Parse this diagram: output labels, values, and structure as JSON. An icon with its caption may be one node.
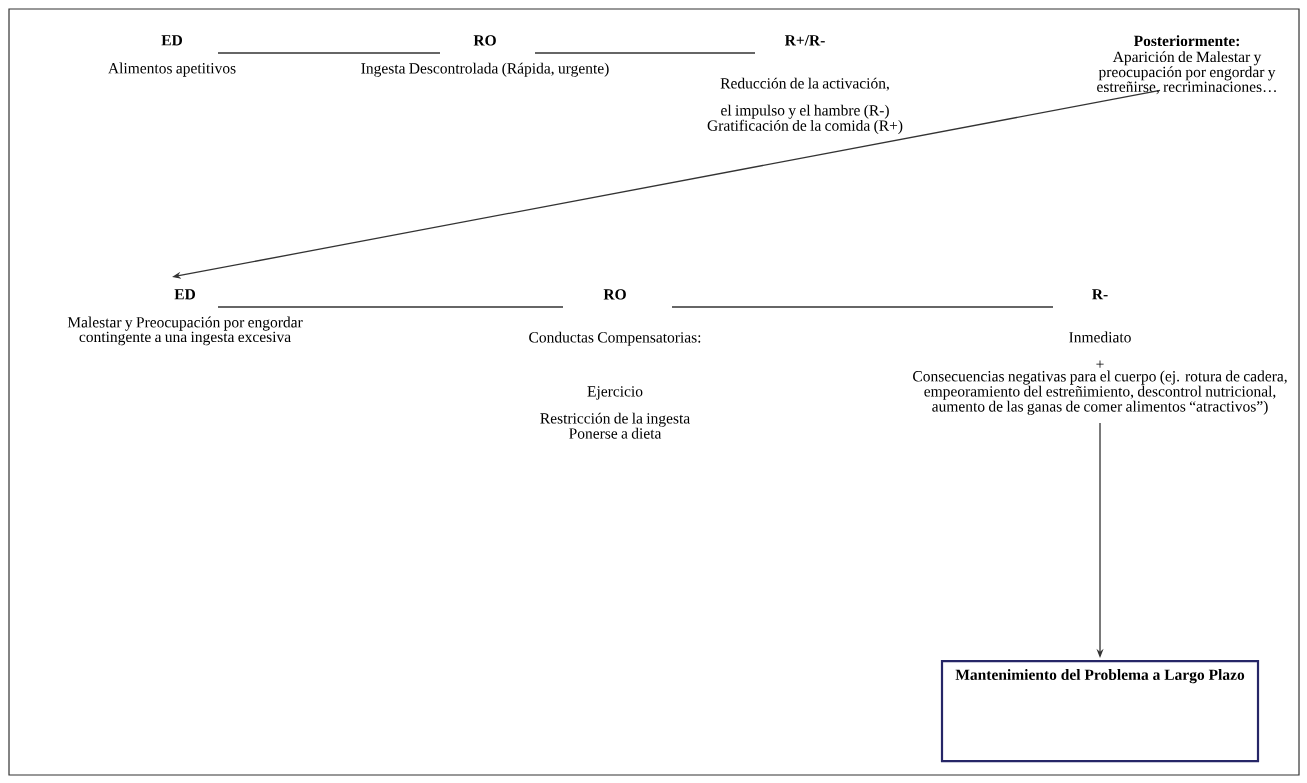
{
  "diagram": {
    "nodes": [
      {
        "text": [
          "ED",
          "Alimentos apetitivos"
        ]
      },
      {
        "text": [
          "RO",
          "Ingesta Descontrolada (Rápida, urgente)"
        ]
      },
      {
        "text": [
          "R+/R-",
          "Reducción de la activación, el impulso y el hambre (R-)",
          "Gratificación de la comida (R+)"
        ]
      },
      {
        "text": [
          "Posteriormente:",
          "Aparición de Malestar y preocupación por engordar y estreñirse, recriminaciones…"
        ]
      },
      {
        "text": [
          "ED",
          "Malestar y Preocupación por engordar contingente a una ingesta excesiva"
        ]
      },
      {
        "text": [
          "RO",
          "Conductas Compensatorias:",
          "Ejercicio",
          "Restricción de la ingesta",
          "Ponerse a dieta"
        ]
      },
      {
        "text": [
          "R-",
          "Inmediato",
          "+",
          "Consecuencias negativas para el cuerpo (ej. rotura de cadera, empeoramiento del estreñimiento, descontrol nutricional, aumento de las ganas de comer alimentos “atractivos”)"
        ]
      },
      {
        "text": [
          "Mantenimiento del Problema a Largo Plazo"
        ]
      }
    ],
    "edges": [
      {
        "from": 0,
        "to": 1,
        "arrow": "none"
      },
      {
        "from": 1,
        "to": 2,
        "arrow": "none"
      },
      {
        "from": 3,
        "to": 4,
        "arrow": "to"
      },
      {
        "from": 4,
        "to": 5,
        "arrow": "none"
      },
      {
        "from": 5,
        "to": 6,
        "arrow": "none"
      },
      {
        "from": 6,
        "to": 7,
        "arrow": "to"
      }
    ]
  }
}
